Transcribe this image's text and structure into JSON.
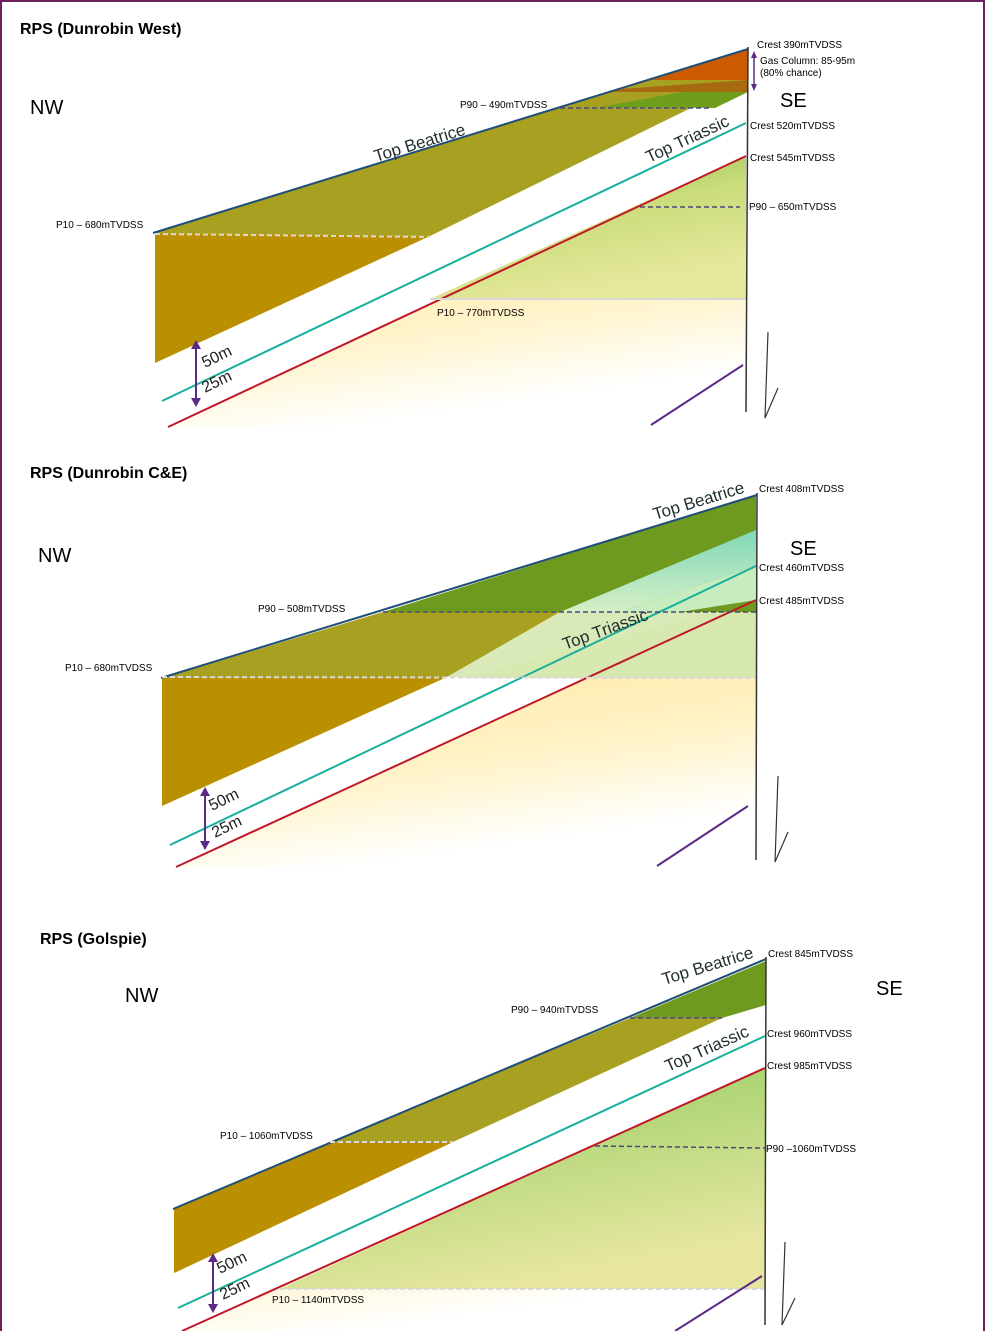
{
  "panels": [
    {
      "title": "RPS (Dunrobin West)",
      "nw": "NW",
      "se": "SE",
      "top_beatrice": "Top Beatrice",
      "top_triassic": "Top Triassic",
      "thickness_upper": "50m",
      "thickness_lower": "25m",
      "crest_beatrice": "Crest  390mTVDSS",
      "gas_column_1": "Gas Column: 85-95m",
      "gas_column_2": "(80% chance)",
      "p90_beatrice": "P90 – 490mTVDSS",
      "crest_triassic": "Crest  520mTVDSS",
      "crest_lower": "Crest  545mTVDSS",
      "p90_lower": "P90 – 650mTVDSS",
      "p10_beatrice": "P10 – 680mTVDSS",
      "p10_lower": "P10 – 770mTVDSS"
    },
    {
      "title": "RPS (Dunrobin C&E)",
      "nw": "NW",
      "se": "SE",
      "top_beatrice": "Top Beatrice",
      "top_triassic": "Top Triassic",
      "thickness_upper": "50m",
      "thickness_lower": "25m",
      "crest_beatrice": "Crest  408mTVDSS",
      "crest_triassic": "Crest  460mTVDSS",
      "crest_lower": "Crest  485mTVDSS",
      "p90_beatrice": "P90 – 508mTVDSS",
      "p10_beatrice": "P10 – 680mTVDSS"
    },
    {
      "title": "RPS (Golspie)",
      "nw": "NW",
      "se": "SE",
      "top_beatrice": "Top Beatrice",
      "top_triassic": "Top Triassic",
      "thickness_upper": "50m",
      "thickness_lower": "25m",
      "crest_beatrice": "Crest  845mTVDSS",
      "p90_beatrice": "P90 – 940mTVDSS",
      "crest_triassic": "Crest  960mTVDSS",
      "crest_lower": "Crest  985mTVDSS",
      "p10_beatrice": "P10 – 1060mTVDSS",
      "p90_lower": "P90 –1060mTVDSS",
      "p10_lower": "P10 – 1140mTVDSS"
    }
  ],
  "colors": {
    "frame": "#6b1f5c",
    "top_beatrice_line": "#1f4e79",
    "top_triassic_line": "#17b09a",
    "lower_line": "#c0182a",
    "arrow": "#5b2a86",
    "fault": "#333333",
    "olive": "#a8a020",
    "dark_olive": "#bb9000",
    "green": "#6e9a1f",
    "gas": "#cc5a00",
    "teal_fill": "#96dfc6",
    "yellow": "#ffe79a"
  }
}
